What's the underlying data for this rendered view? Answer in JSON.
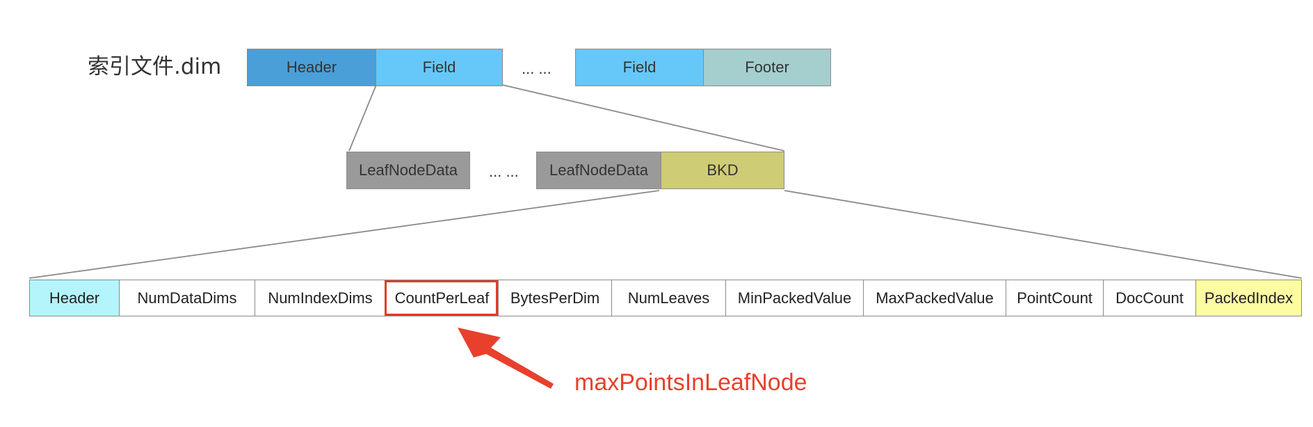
{
  "file_label": "索引文件.dim",
  "top_row": {
    "header": "Header",
    "field_1": "Field",
    "ellipsis": "... ...",
    "field_2": "Field",
    "footer": "Footer"
  },
  "middle_row": {
    "leaf_1": "LeafNodeData",
    "ellipsis": "... ...",
    "leaf_2": "LeafNodeData",
    "bkd": "BKD"
  },
  "bkd_row": {
    "cells": [
      {
        "label": "Header",
        "color": "#b3f5fb"
      },
      {
        "label": "NumDataDims",
        "color": "#ffffff"
      },
      {
        "label": "NumIndexDims",
        "color": "#ffffff"
      },
      {
        "label": "CountPerLeaf",
        "color": "#ffffff"
      },
      {
        "label": "BytesPerDim",
        "color": "#ffffff"
      },
      {
        "label": "NumLeaves",
        "color": "#ffffff"
      },
      {
        "label": "MinPackedValue",
        "color": "#ffffff"
      },
      {
        "label": "MaxPackedValue",
        "color": "#ffffff"
      },
      {
        "label": "PointCount",
        "color": "#ffffff"
      },
      {
        "label": "DocCount",
        "color": "#ffffff"
      },
      {
        "label": "PackedIndex",
        "color": "#fefca2"
      }
    ]
  },
  "annotation": "maxPointsInLeafNode",
  "colors": {
    "header_blue": "#4a9fd8",
    "field_blue": "#66c8f8",
    "footer_teal": "#a5cece",
    "leaf_gray": "#9a9a9a",
    "bkd_olive": "#cfcc76",
    "highlight_red": "#e23b2a"
  }
}
